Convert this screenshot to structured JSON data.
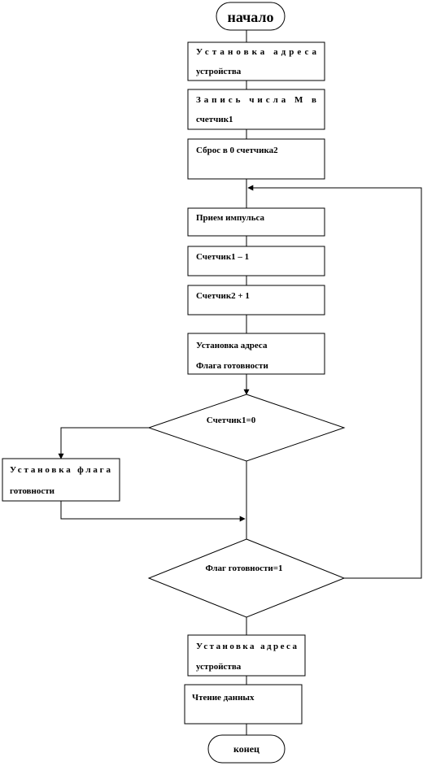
{
  "flowchart": {
    "start": "начало",
    "end": "конец",
    "steps": {
      "set_device_address": {
        "line1": "Установка адреса",
        "line2": "устройства"
      },
      "write_m_counter1": {
        "line1": "Запись числа М в",
        "line2": "счетчик1"
      },
      "reset_counter2": "Сброс в 0 счетчика2",
      "receive_pulse": "Прием импульса",
      "counter1_minus": "Счетчик1 – 1",
      "counter2_plus": "Счетчик2 + 1",
      "set_flag_address": {
        "line1": "Установка адреса",
        "line2": "Флага готовности"
      },
      "set_ready_flag": {
        "line1": "Установка флага",
        "line2": "готовности"
      },
      "set_device_address_2": {
        "line1": "Установка адреса",
        "line2": "устройства"
      },
      "read_data": "Чтение данных"
    },
    "decisions": {
      "counter1_zero": "Счетчик1=0",
      "ready_flag_one": "Флаг готовности=1"
    }
  }
}
